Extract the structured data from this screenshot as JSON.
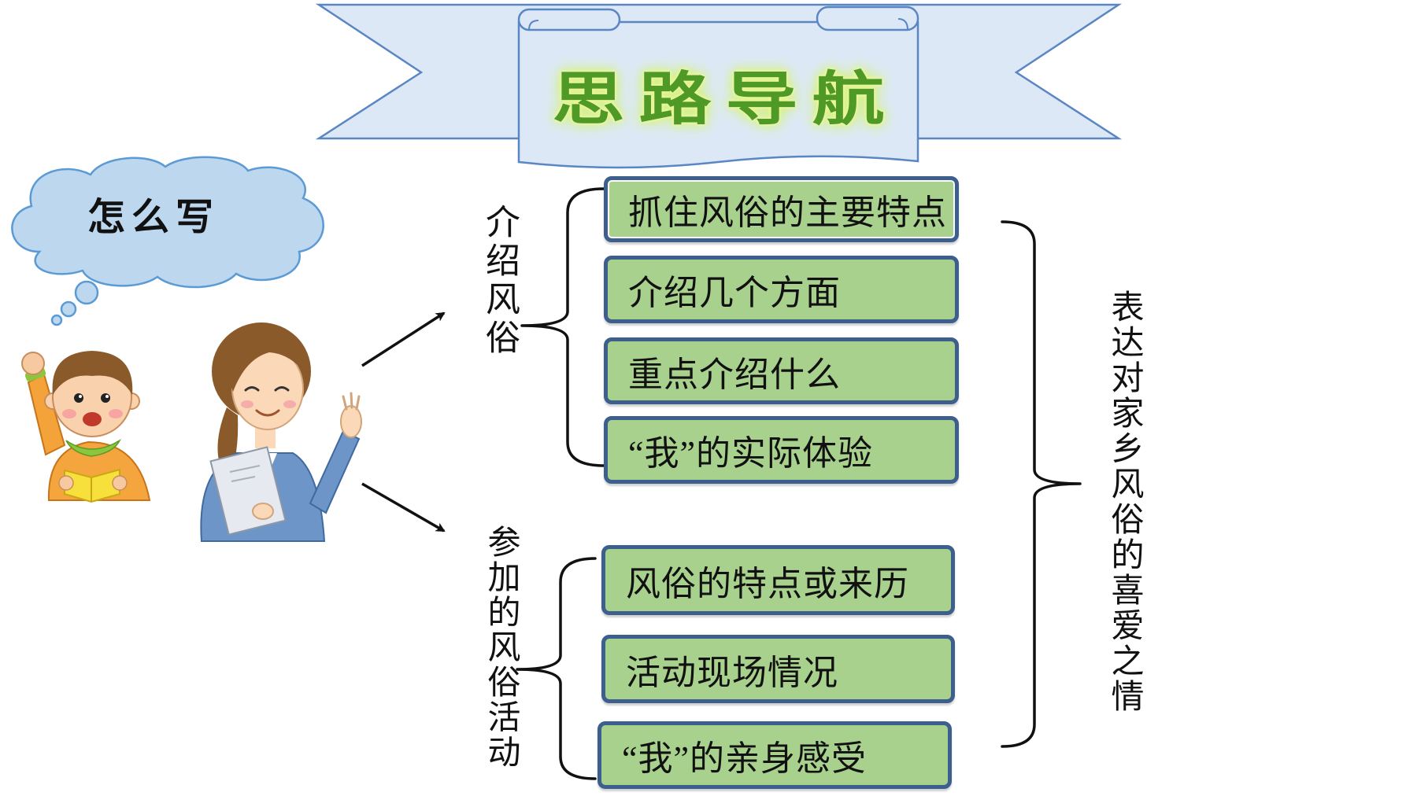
{
  "title": "思路导航",
  "thought_bubble": "怎么写",
  "branches": [
    {
      "label": "介绍风俗",
      "items": [
        "抓住风俗的主要特点",
        "介绍几个方面",
        "重点介绍什么",
        "“我”的实际体验"
      ]
    },
    {
      "label": "参加的风俗活动",
      "items": [
        "风俗的特点或来历",
        "活动现场情况",
        "“我”的亲身感受"
      ]
    }
  ],
  "conclusion": "表达对家乡风俗的喜爱之情",
  "colors": {
    "box_fill": "#a9d18e",
    "box_border": "#3c5f8d",
    "banner_fill": "#dce8f6",
    "banner_stroke": "#5a86c4",
    "cloud_fill": "#bdd7ee",
    "cloud_stroke": "#5b9bd5",
    "title_color": "#4f9a26"
  }
}
